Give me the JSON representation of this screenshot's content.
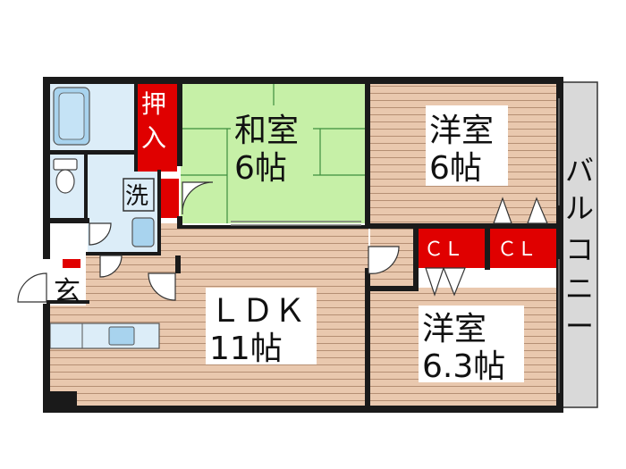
{
  "colors": {
    "wall": "#1a1a1a",
    "wood_floor": "#e9c8ae",
    "wood_line": "#b58f74",
    "tatami": "#c6f0a7",
    "tatami_line": "#3e8e3e",
    "wet_area": "#dcedf8",
    "fixture": "#a8d3ee",
    "storage": "#e00000",
    "balcony": "#d9d9d9",
    "label_bg": "#ffffff"
  },
  "rooms": {
    "washitsu": {
      "name": "和室",
      "size": "6帖"
    },
    "yoshitsu_north": {
      "name": "洋室",
      "size": "6帖"
    },
    "yoshitsu_south": {
      "name": "洋室",
      "size": "6.3帖"
    },
    "ldk": {
      "name": "ＬＤＫ",
      "size": "11帖"
    }
  },
  "labels": {
    "oshiire": [
      "押",
      "入"
    ],
    "sentaku": "洗",
    "genkan": "玄",
    "closet": "ＣＬ",
    "balcony": [
      "バ",
      "ル",
      "コ",
      "ニ",
      "ー"
    ]
  }
}
